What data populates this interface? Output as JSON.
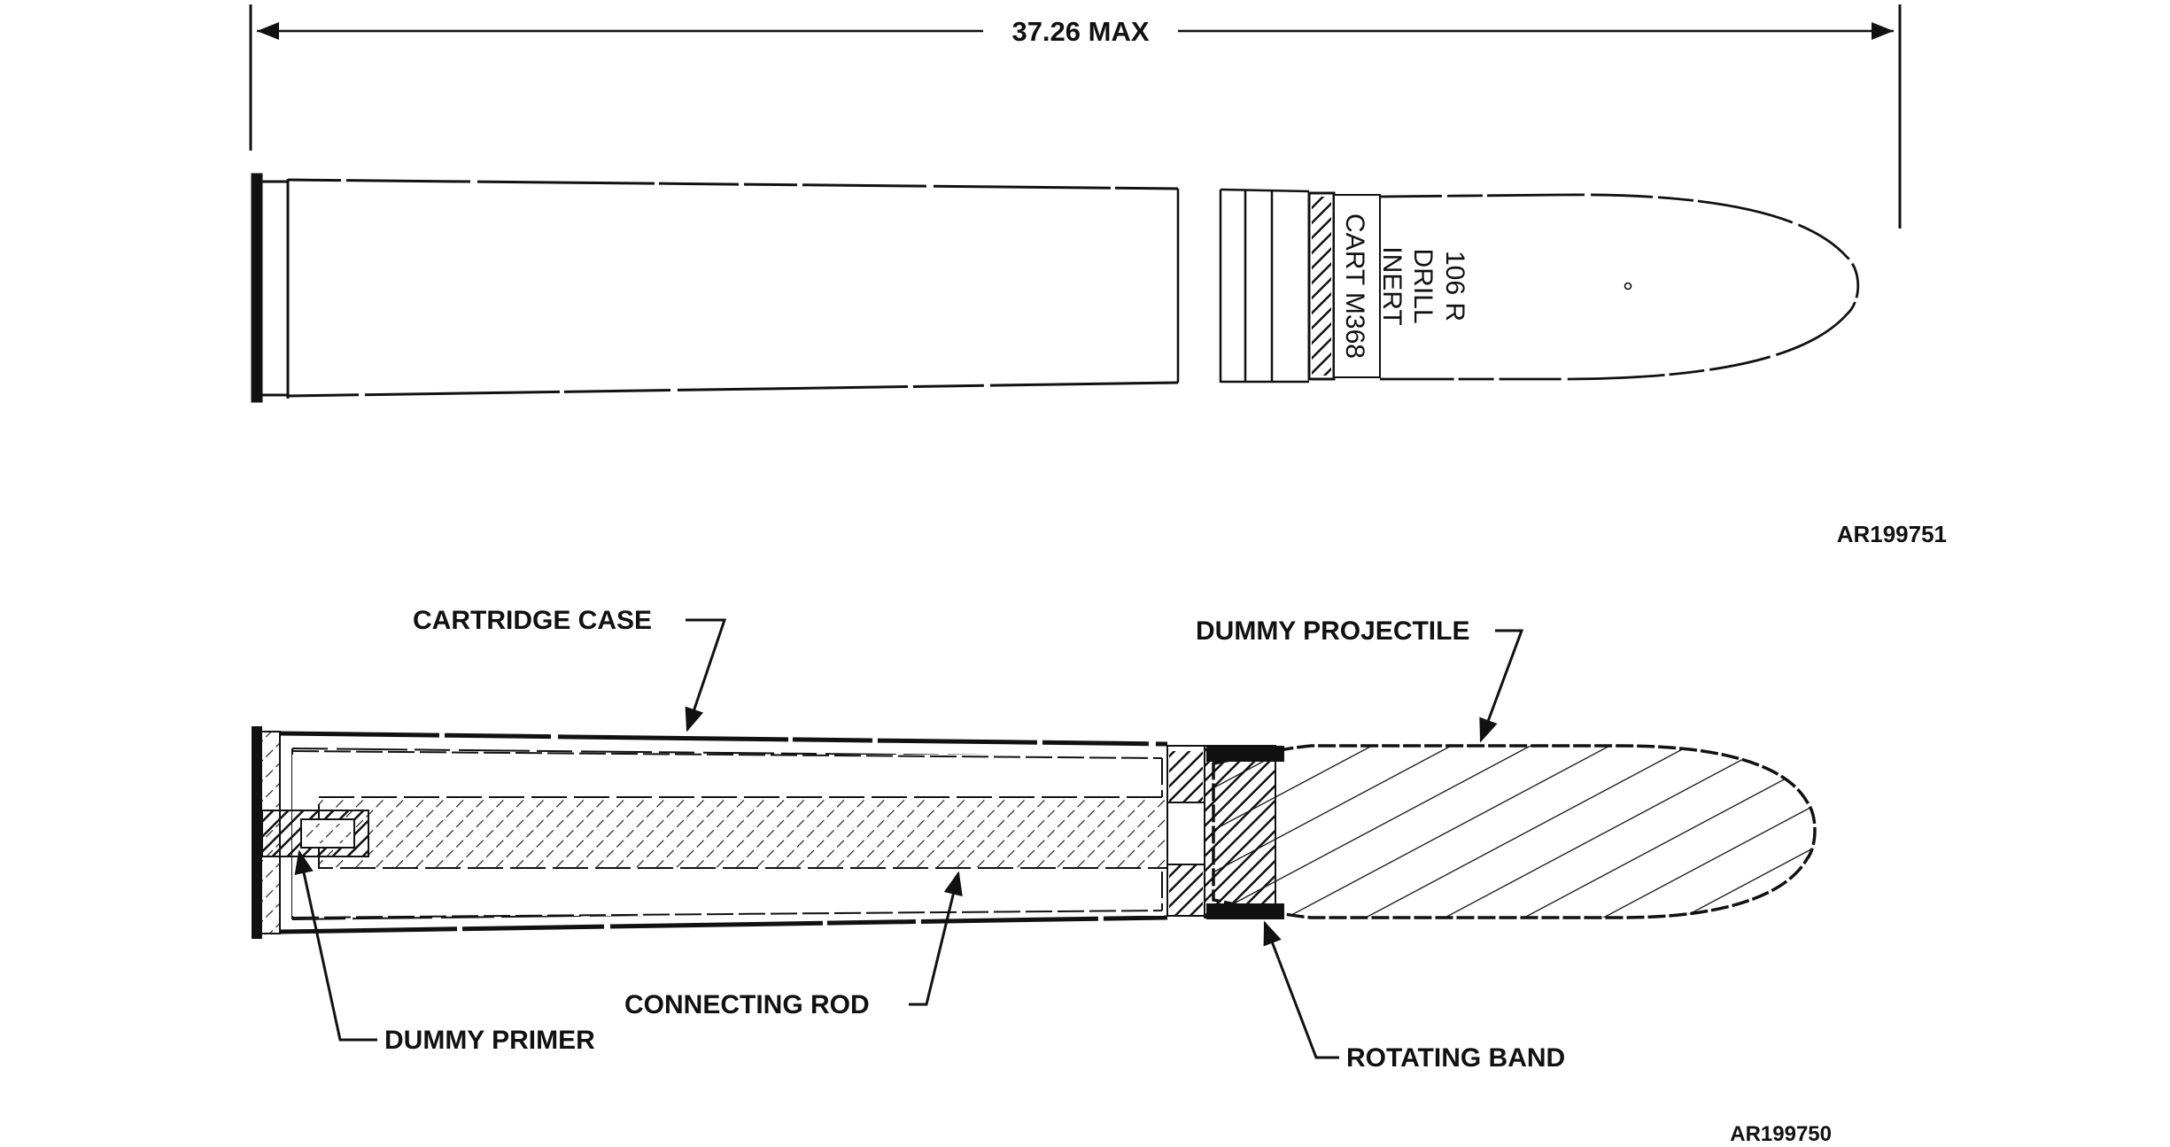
{
  "figure": {
    "top_view": {
      "dimension_label": "37.26 MAX",
      "stencil_lines": [
        "106 R",
        "DRILL",
        "INERT"
      ],
      "stencil_cart": "CART M368",
      "figure_id": "AR199751"
    },
    "section_view": {
      "labels": {
        "cartridge_case": "CARTRIDGE CASE",
        "dummy_projectile": "DUMMY PROJECTILE",
        "connecting_rod": "CONNECTING ROD",
        "dummy_primer": "DUMMY PRIMER",
        "rotating_band": "ROTATING BAND"
      },
      "figure_id": "AR199750"
    }
  }
}
